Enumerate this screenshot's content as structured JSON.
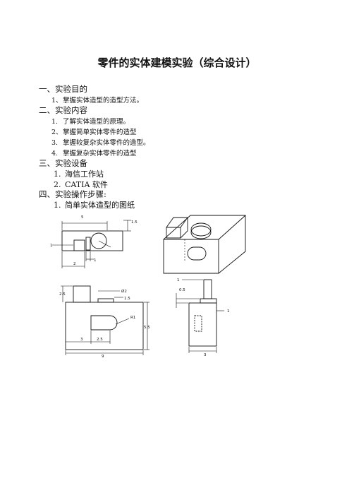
{
  "title": "零件的实体建模实验（综合设计）",
  "s1": {
    "heading": "一、实验目的",
    "items": [
      {
        "num": "1、",
        "text": "掌握实体造型的造型方法。"
      }
    ]
  },
  "s2": {
    "heading": "二、实验内容",
    "items": [
      {
        "num": "1.",
        "text": "了解实体造型的原理。"
      },
      {
        "num": "2、",
        "text": "掌握简单实体零件的造型"
      },
      {
        "num": "3.",
        "text": "掌握较复杂实体零件的造型。"
      },
      {
        "num": "4.",
        "text": "掌握复杂实体零件的造型"
      }
    ]
  },
  "s3": {
    "heading": "三、实验设备",
    "items": [
      {
        "num": "1.",
        "text": "海信工作站"
      },
      {
        "num": "2.",
        "text": "CATIA 软件"
      }
    ]
  },
  "s4": {
    "heading": "四、实验操作步骤:",
    "items": [
      {
        "num": "1.",
        "text": "简单实体造型的图纸"
      }
    ]
  },
  "drawing": {
    "top_view": {
      "d_width": "5",
      "d_right": "1.5",
      "d_left": "1",
      "d_bottom": "2",
      "d_small": "1"
    },
    "front_view": {
      "d_height": "2.5",
      "d_dia": "Ø2",
      "d_step": "1.5",
      "d_radius": "R1",
      "d_total_h": "5.5",
      "d_a": "3",
      "d_b": "2.5",
      "d_total_w": "9"
    },
    "side_view": {
      "d_top": "1",
      "d_step": "0.5",
      "d_right": "1",
      "d_bottom": "3"
    }
  }
}
